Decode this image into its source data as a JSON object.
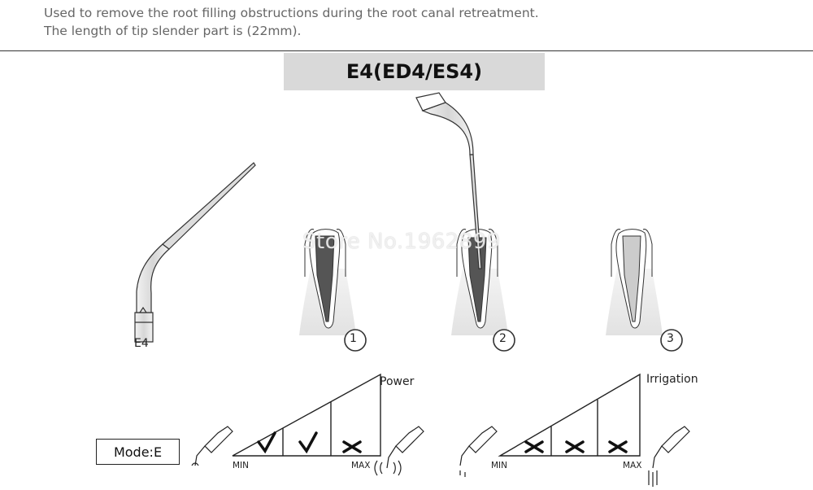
{
  "description": {
    "line1": "Used to remove the root filling obstructions during the root canal retreatment.",
    "line2": "The length of tip slender part is (22mm)."
  },
  "title": "E4(ED4/ES4)",
  "tip_label": "E4",
  "watermark": "Store No.1962899",
  "steps": [
    "1",
    "2",
    "3"
  ],
  "mode_label": "Mode:E",
  "power_chart": {
    "label": "Power",
    "min_label": "MIN",
    "max_label": "MAX",
    "segments": [
      "check",
      "check",
      "cross"
    ]
  },
  "irrigation_chart": {
    "label": "Irrigation",
    "min_label": "MIN",
    "max_label": "MAX",
    "segments": [
      "cross",
      "cross",
      "cross"
    ]
  },
  "colors": {
    "title_bg": "#d9d9d9",
    "canal_fill": "#555555",
    "gum": "#e6e6e6"
  }
}
